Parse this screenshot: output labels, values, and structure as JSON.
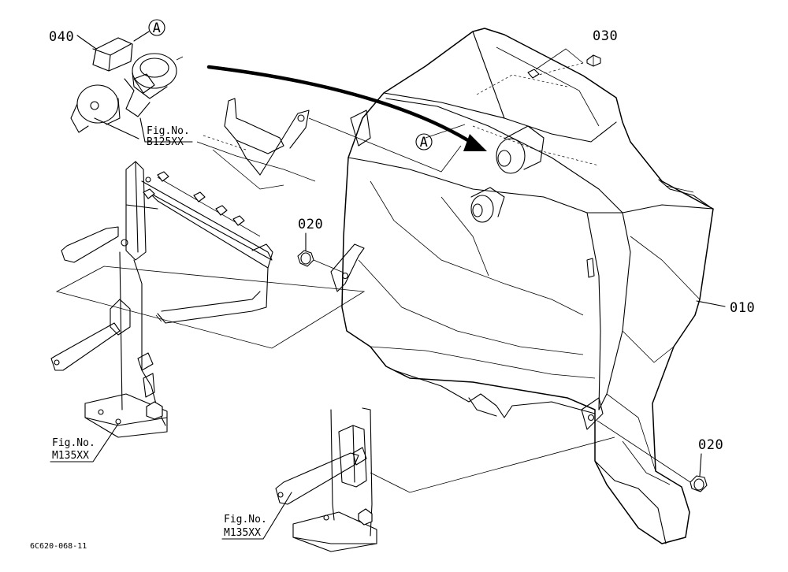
{
  "diagram_id": "6C620-068-11",
  "parts": {
    "p010": "010",
    "p020a": "020",
    "p020b": "020",
    "p030": "030",
    "p040": "040"
  },
  "callouts": {
    "a_top": "A",
    "a_center": "A"
  },
  "fig_refs": {
    "b125": {
      "line1": "Fig.No.",
      "line2": "B125XX"
    },
    "m135_left": {
      "line1": "Fig.No.",
      "line2": "M135XX"
    },
    "m135_bottom": {
      "line1": "Fig.No.",
      "line2": "M135XX"
    }
  }
}
